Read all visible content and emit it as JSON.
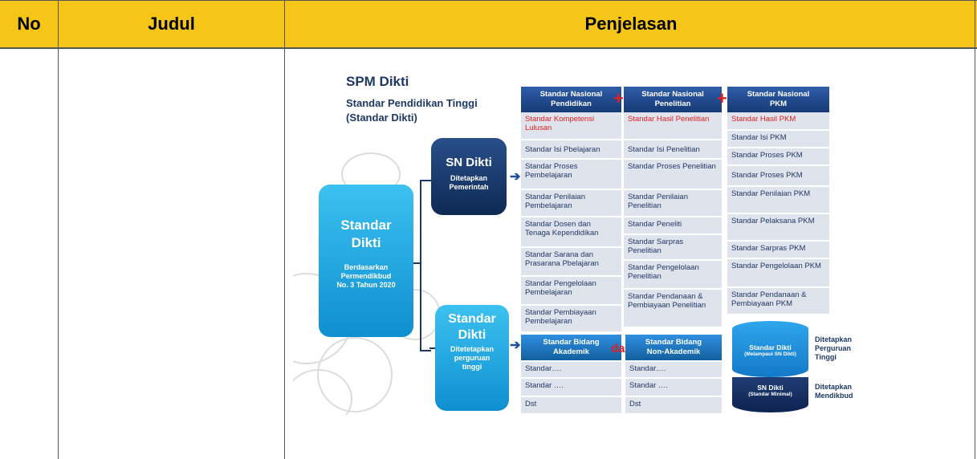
{
  "table": {
    "headers": {
      "no": "No",
      "judul": "Judul",
      "penjelasan": "Penjelasan"
    }
  },
  "infographic": {
    "title": "SPM Dikti",
    "subtitle_line1": "Standar Pendidikan Tinggi",
    "subtitle_line2": "(Standar Dikti)",
    "standar_dikti_box": {
      "title_line1": "Standar",
      "title_line2": "Dikti",
      "note_line1": "Berdasarkan",
      "note_line2": "Permendikbud",
      "note_line3": "No. 3 Tahun 2020"
    },
    "sn_dikti_box": {
      "title": "SN Dikti",
      "note_line1": "Ditetapkan",
      "note_line2": "Pemerintah"
    },
    "standar_dikti_pt_box": {
      "title_line1": "Standar",
      "title_line2": "Dikti",
      "note_line1": "Ditetetapkan",
      "note_line2": "perguruan",
      "note_line3": "tinggi"
    },
    "columns": [
      {
        "header_line1": "Standar Nasional",
        "header_line2": "Pendidikan",
        "items": [
          "Standar Kompetensi Lulusan",
          "Standar Isi Pbelajaran",
          "Standar Proses Pembelajaran",
          "Standar Penilaian Pembelajaran",
          "Standar Dosen dan Tenaga Kependidikan",
          "Standar Sarana dan Prasarana  Pbelajaran",
          "Standar Pengelolaan Pembelajaran",
          "Standar Pembiayaan Pembelajaran"
        ]
      },
      {
        "header_line1": "Standar  Nasional",
        "header_line2": "Penelitian",
        "items": [
          "Standar Hasil Penelitian",
          "Standar Isi Penelitian",
          "Standar Proses Penelitian",
          "Standar Penilaian Penelitian",
          "Standar Peneliti",
          "Standar Sarpras Penelitian",
          "Standar Pengelolaan Penelitian",
          "Standar Pendanaan & Pembiayaan Penelitian"
        ]
      },
      {
        "header_line1": "Standar Nasional",
        "header_line2": "PKM",
        "items": [
          "Standar Hasil PKM",
          "Standar Isi PKM",
          "Standar Proses PKM",
          "Standar  Proses PKM",
          "Standar Penilaian PKM",
          "Standar Pelaksana PKM",
          "Standar Sarpras PKM",
          "Standar Pengelolaan PKM",
          "Standar Pendanaan & Pembiayaan PKM"
        ]
      }
    ],
    "plus_sign": "+",
    "bidang": [
      {
        "header_line1": "Standar Bidang",
        "header_line2": "Akademik",
        "items": [
          "Standar….",
          "Standar ….",
          "Dst"
        ]
      },
      {
        "header_line1": "Standar Bidang",
        "header_line2": "Non-Akademik",
        "items": [
          "Standar….",
          "Standar ….",
          "Dst"
        ]
      }
    ],
    "dan_label": "dan",
    "cylinder_top_line1": "Standar Dikti",
    "cylinder_top_line2": "(Melampaui SN Dikti)",
    "cylinder_bottom_line1": "SN Dikti",
    "cylinder_bottom_line2": "(Standar Minimal)",
    "side_top_line1": "Ditetapkan",
    "side_top_line2": "Perguruan",
    "side_top_line3": "Tinggi",
    "side_bottom_line1": "Ditetapkan",
    "side_bottom_line2": "Mendikbud",
    "colors": {
      "header_yellow": "#f5c518",
      "navy": "#1f3864",
      "cyan": "#1ea7e0",
      "red": "#e02020"
    }
  }
}
